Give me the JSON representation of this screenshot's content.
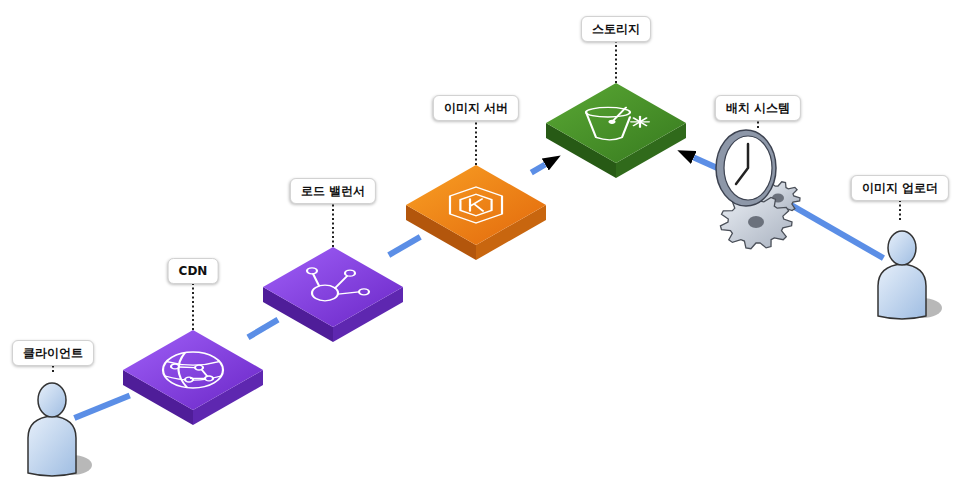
{
  "diagram": {
    "nodes": [
      {
        "text": [
          "클라이언트"
        ]
      },
      {
        "text": [
          "CDN"
        ]
      },
      {
        "text": [
          "로드 밸런서"
        ]
      },
      {
        "text": [
          "이미지 서버"
        ]
      },
      {
        "text": [
          "스토리지"
        ]
      },
      {
        "text": [
          "배치 시스템"
        ]
      },
      {
        "text": [
          "이미지 업로더"
        ]
      }
    ],
    "edges": [
      {
        "from": 0,
        "to": 1,
        "arrow": "none"
      },
      {
        "from": 1,
        "to": 2,
        "arrow": "none"
      },
      {
        "from": 2,
        "to": 3,
        "arrow": "none"
      },
      {
        "from": 3,
        "to": 4,
        "arrow": "to"
      },
      {
        "from": 5,
        "to": 4,
        "arrow": "to"
      },
      {
        "from": 5,
        "to": 6,
        "arrow": "none"
      }
    ]
  }
}
